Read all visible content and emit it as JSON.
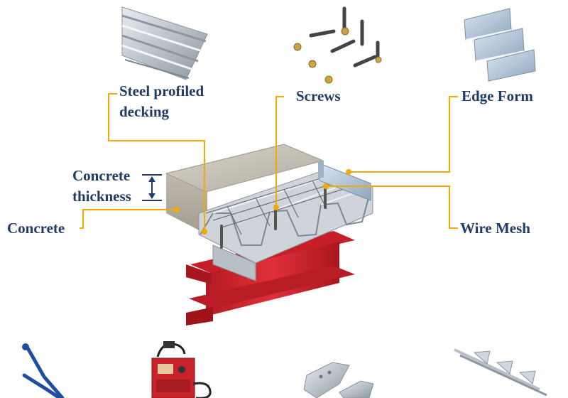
{
  "labels": {
    "steel_line1": "Steel profiled",
    "steel_line2": "decking",
    "screws": "Screws",
    "edge_form": "Edge Form",
    "thickness_line1": "Concrete",
    "thickness_line2": "thickness",
    "concrete": "Concrete",
    "wire_mesh": "Wire Mesh"
  },
  "colors": {
    "label_text": "#1f3b66",
    "leader_line": "#f2a900",
    "dimension_line": "#1f3b66",
    "steel_beam": "#d8262f",
    "decking": "#c9cfd6",
    "concrete": "#bdb8ad"
  },
  "icons": [
    "steel-decking-sheet-icon",
    "screws-and-nuts-icon",
    "edge-form-icon",
    "stud-welding-gun-icon",
    "stud-welder-machine-icon",
    "end-closure-icon",
    "bar-chair-icon"
  ]
}
